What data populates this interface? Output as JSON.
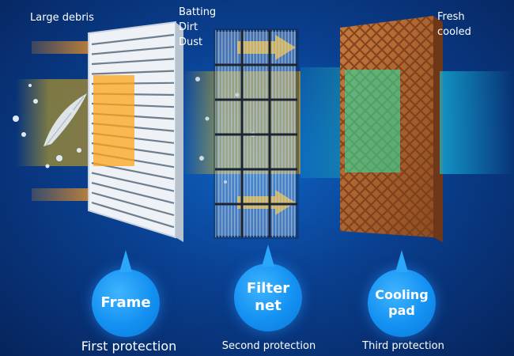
{
  "callouts": {
    "large_debris": "Large debris",
    "batting_dirt_dust": "Batting\nDirt\nDust",
    "fresh_cooled": "Fresh\ncooled"
  },
  "stages": [
    {
      "name": "Frame",
      "caption": "First protection"
    },
    {
      "name": "Filter\nnet",
      "caption": "Second protection"
    },
    {
      "name": "Cooling\npad",
      "caption": "Third protection"
    }
  ],
  "colors": {
    "background": "#0a3f8f",
    "bubble": "#1391f2",
    "airflow_yellow": "#ffc400",
    "airflow_orange": "#ff9a1a",
    "airflow_green": "#2fe0a0",
    "cooling_pad": "#b86a34"
  }
}
